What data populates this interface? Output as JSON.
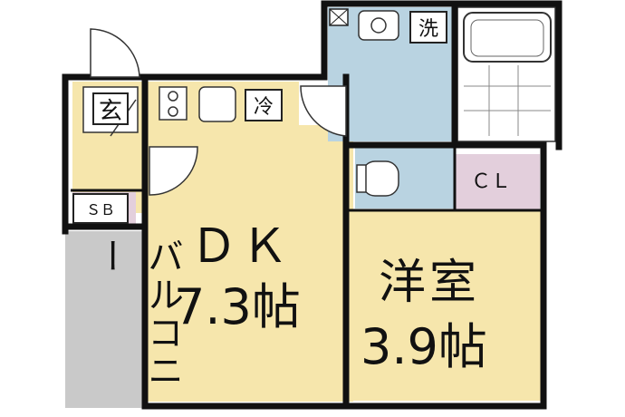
{
  "rooms": {
    "dk": {
      "name": "ＤＫ",
      "size": "7.3帖"
    },
    "western": {
      "name": "洋室",
      "size": "3.9帖"
    },
    "closet": "ＣＬ",
    "shoe_box": "ＳＢ",
    "entrance": "玄",
    "balcony": "バルコニー"
  },
  "fixtures": {
    "fridge": "冷",
    "washer": "洗"
  },
  "colors": {
    "floor": "#f6e6ac",
    "wet_area": "#b9d3e1",
    "balcony": "#c9c9c9",
    "closet": "#e3cfdc",
    "wall": "#111111"
  }
}
